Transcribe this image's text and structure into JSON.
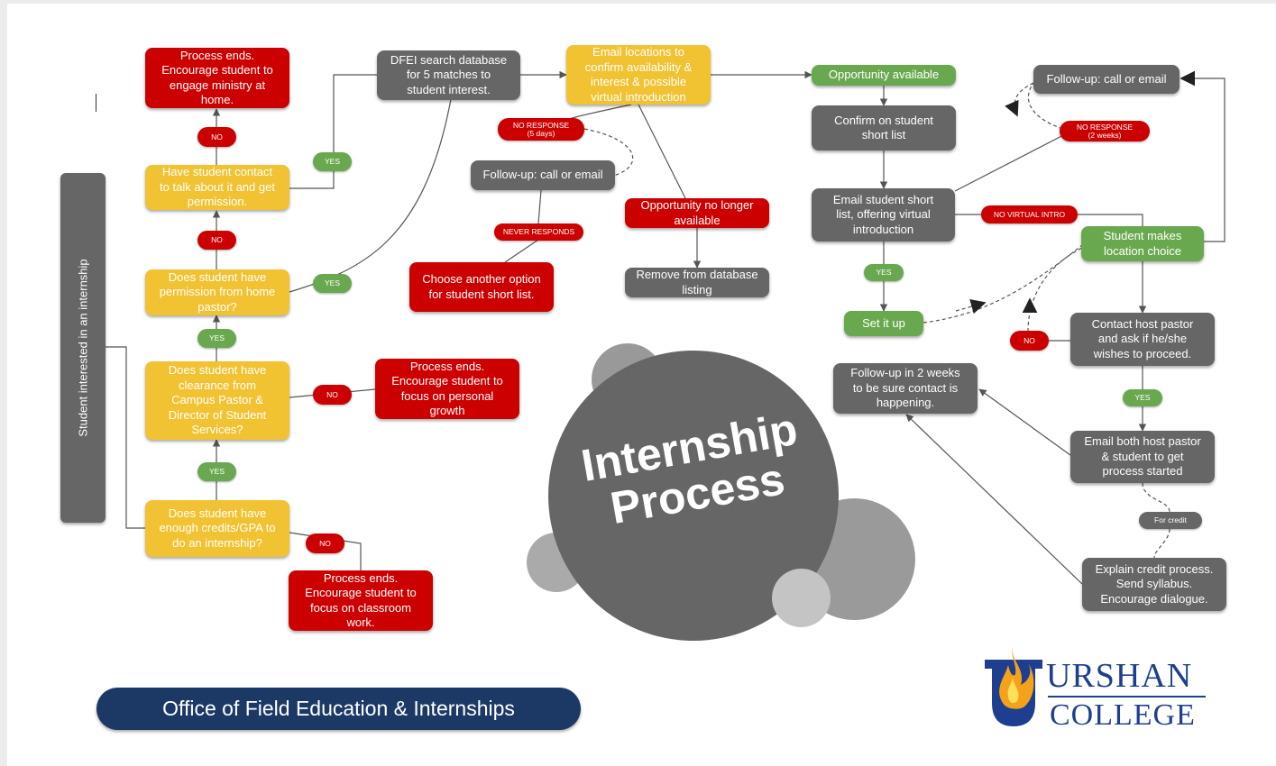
{
  "sidebar_label": "Student interested in an internship",
  "title": {
    "line1": "Internship",
    "line2": "Process"
  },
  "footer": {
    "office": "Office of Field Education & Internships"
  },
  "logo": {
    "line1": "URSHAN",
    "line2": "COLLEGE",
    "initial": "U"
  },
  "colors": {
    "red": "#cc0000",
    "yellow": "#f1c232",
    "gray": "#666666",
    "green": "#6aa84f",
    "navy": "#1c3966",
    "logo_blue": "#1e3f8f",
    "flame": "#f5a21b"
  },
  "nodes": {
    "ends_home": [
      "Process ends.",
      "Encourage student to",
      "engage ministry at",
      "home."
    ],
    "contact_home": [
      "Have student contact",
      "to talk about it and get",
      "permission."
    ],
    "permission": [
      "Does student have",
      "permission from home",
      "pastor?"
    ],
    "clearance": [
      "Does student have",
      "clearance from",
      "Campus Pastor &",
      "Director of Student",
      "Services?"
    ],
    "credits": [
      "Does student have",
      "enough credits/GPA to",
      "do an internship?"
    ],
    "ends_growth": [
      "Process ends.",
      "Encourage student to",
      "focus on personal",
      "growth"
    ],
    "ends_classroom": [
      "Process ends.",
      "Encourage student to",
      "focus on classroom",
      "work."
    ],
    "dfei_search": [
      "DFEI search database",
      "for 5 matches to",
      "student interest."
    ],
    "email_locations": [
      "Email locations to",
      "confirm availability &",
      "interest & possible",
      "virtual introduction"
    ],
    "followup_mid": [
      "Follow-up: call or email"
    ],
    "choose_option": [
      "Choose another option",
      "for student short list."
    ],
    "no_longer": [
      "Opportunity no longer",
      "available"
    ],
    "remove_db": [
      "Remove from database",
      "listing"
    ],
    "opp_available": [
      "Opportunity available"
    ],
    "confirm_list": [
      "Confirm on student",
      "short list"
    ],
    "email_short": [
      "Email student short",
      "list, offering virtual",
      "introduction"
    ],
    "set_it_up": [
      "Set it up"
    ],
    "followup_right": [
      "Follow-up: call or email"
    ],
    "location_choice": [
      "Student makes",
      "location choice"
    ],
    "contact_host": [
      "Contact host pastor",
      "and ask if he/she",
      "wishes to proceed."
    ],
    "followup_2wk": [
      "Follow-up in 2 weeks",
      "to be sure contact is",
      "happening."
    ],
    "email_both": [
      "Email both host pastor",
      "& student to get",
      "process started"
    ],
    "credit_process": [
      "Explain credit process.",
      "Send syllabus.",
      "Encourage dialogue."
    ]
  },
  "pills": {
    "no_1": [
      "NO"
    ],
    "no_2": [
      "NO"
    ],
    "yes_1": [
      "YES"
    ],
    "yes_2": [
      "YES"
    ],
    "yes_3": [
      "YES"
    ],
    "yes_4": [
      "YES"
    ],
    "no_3": [
      "NO"
    ],
    "no_4": [
      "NO"
    ],
    "no_resp_5": [
      "NO RESPONSE",
      "(5 days)"
    ],
    "never": [
      "NEVER RESPONDS"
    ],
    "no_resp_2w": [
      "NO RESPONSE",
      "(2 weeks)"
    ],
    "no_virtual": [
      "NO VIRTUAL INTRO"
    ],
    "yes_set": [
      "YES"
    ],
    "no_host": [
      "NO"
    ],
    "yes_host": [
      "YES"
    ],
    "for_credit": [
      "For credit"
    ]
  }
}
